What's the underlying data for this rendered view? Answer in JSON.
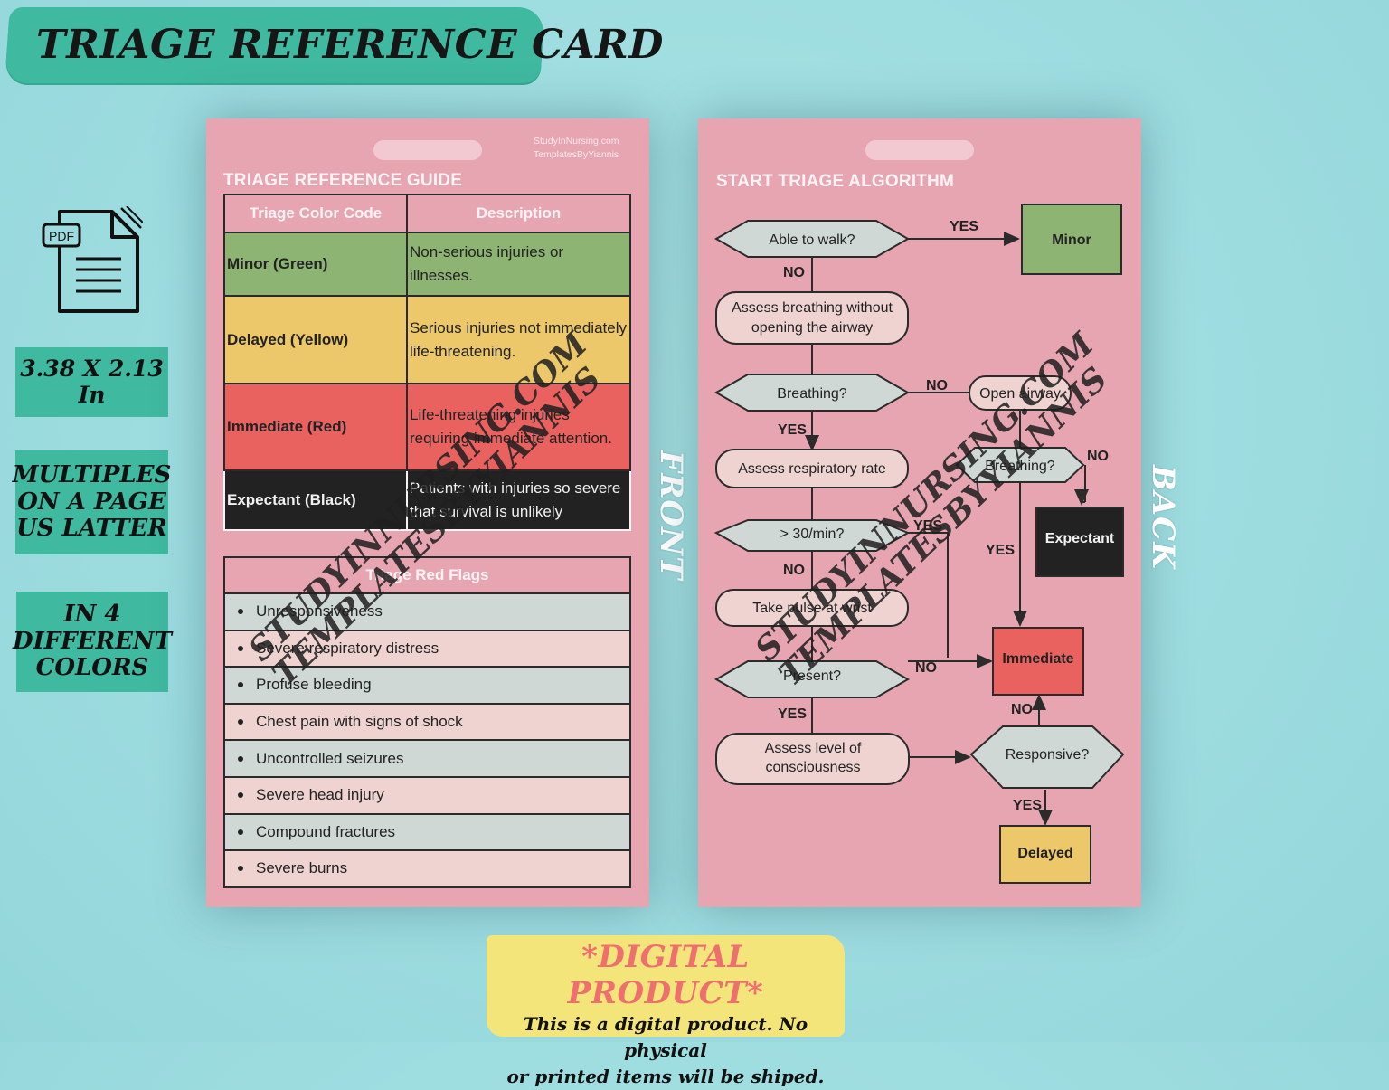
{
  "banner": {
    "title": "TRIAGE REFERENCE CARD"
  },
  "side": {
    "pdf_label": "PDF",
    "size": "3.38 X 2.13 In",
    "multiples": [
      "MULTIPLES",
      "ON A PAGE",
      "US LATTER"
    ],
    "colors": [
      "IN 4",
      "DIFFERENT",
      "COLORS"
    ]
  },
  "front": {
    "credit": [
      "StudyInNursing.com",
      "TemplatesByYiannis"
    ],
    "heading": "TRIAGE REFERENCE GUIDE",
    "col_code": "Triage Color Code",
    "col_desc": "Description",
    "rows": [
      {
        "label": "Minor (Green)",
        "desc": "Non-serious injuries or illnesses."
      },
      {
        "label": "Delayed (Yellow)",
        "desc": "Serious injuries not immediately life-threatening."
      },
      {
        "label": "Immediate (Red)",
        "desc": "Life-threatening injuries requiring immediate attention."
      },
      {
        "label": "Expectant (Black)",
        "desc": "Patients with injuries so severe that survival is unlikely"
      }
    ],
    "flags_heading": "Triage Red Flags",
    "flags": [
      "Unresponsiveness",
      "Severe respiratory distress",
      "Profuse bleeding",
      "Chest pain with signs of shock",
      "Uncontrolled seizures",
      "Severe head injury",
      "Compound fractures",
      "Severe burns"
    ],
    "side_label": "FRONT"
  },
  "back": {
    "heading": "START TRIAGE ALGORITHM",
    "side_label": "BACK",
    "nodes": {
      "walk": "Able to walk?",
      "minor": "Minor",
      "assess_breathing": [
        "Assess breathing without",
        "opening the airway"
      ],
      "breathing": "Breathing?",
      "open_airway": "Open airway",
      "breathing2": "Breathing?",
      "expectant": "Expectant",
      "resp_rate": "Assess respiratory rate",
      "over30": "> 30/min?",
      "pulse": "Take pulse at wrist",
      "present": "Present?",
      "immediate": "Immediate",
      "consciousness": [
        "Assess level of",
        "consciousness"
      ],
      "responsive": "Responsive?",
      "delayed": "Delayed"
    },
    "labels": {
      "yes": "YES",
      "no": "NO"
    }
  },
  "watermark": [
    "STUDYINNURSING.COM",
    "TEMPLATESBYYIANNIS"
  ],
  "digital": {
    "title": "*DIGITAL PRODUCT*",
    "line1": "This is a digital product. No physical",
    "line2": "or printed items will be shiped."
  },
  "colors": {
    "teal": "#3fb9a0",
    "card": "#e6a5b1",
    "green": "#8db473",
    "yellow": "#edc86a",
    "red": "#e9625f",
    "black": "#222222"
  }
}
